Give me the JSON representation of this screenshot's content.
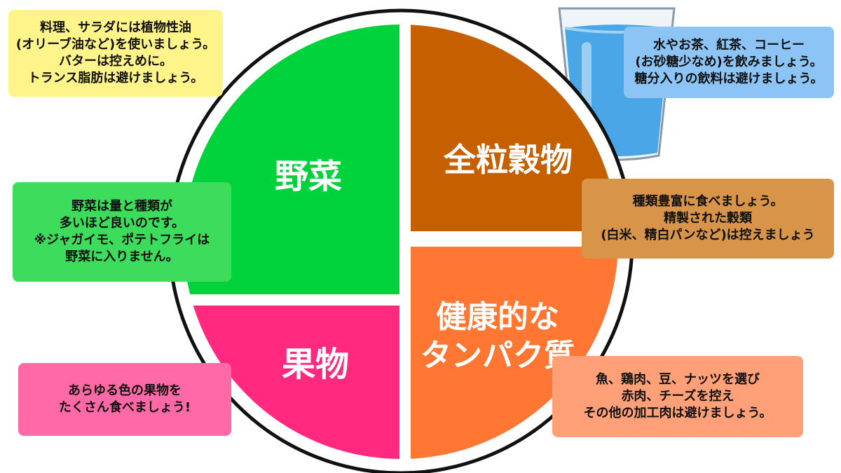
{
  "plate": {
    "quadrants": [
      {
        "key": "vegetables",
        "label": "野菜",
        "color": "#00d23c"
      },
      {
        "key": "whole_grains",
        "label": "全粒穀物",
        "color": "#c55f00"
      },
      {
        "key": "fruits",
        "label": "果物",
        "color": "#ff2a7f"
      },
      {
        "key": "protein",
        "label": "健康的な\nタンパク質",
        "color": "#ff7733"
      }
    ]
  },
  "tips": {
    "oil": {
      "lines": [
        "料理、サラダには植物性油",
        "(オリーブ油など)を使いましょう。",
        "バターは控えめに。",
        "トランス脂肪は避けましょう。"
      ],
      "color": "#fff48a"
    },
    "water": {
      "lines": [
        "水やお茶、紅茶、コーヒー",
        "(お砂糖少なめ)を飲みましょう。",
        "糖分入りの飲料は避けましょう。"
      ],
      "color": "#8cc4f5"
    },
    "vegetables": {
      "lines": [
        "野菜は量と種類が",
        "多いほど良いのです。",
        "※ジャガイモ、ポテトフライは",
        "野菜に入りません。"
      ],
      "color": "#3ddc5c"
    },
    "grains": {
      "lines": [
        "種類豊富に食べましょう。",
        "精製された穀類",
        "(白米、精白パンなど)は控えましょう"
      ],
      "color": "#d8954a"
    },
    "fruits": {
      "lines": [
        "あらゆる色の果物を",
        "たくさん食べましょう!"
      ],
      "color": "#ff6aa6"
    },
    "protein": {
      "lines": [
        "魚、鶏肉、豆、ナッツを選び",
        "赤肉、チーズを控え",
        "その他の加工肉は避けましょう。"
      ],
      "color": "#ffa078"
    }
  }
}
